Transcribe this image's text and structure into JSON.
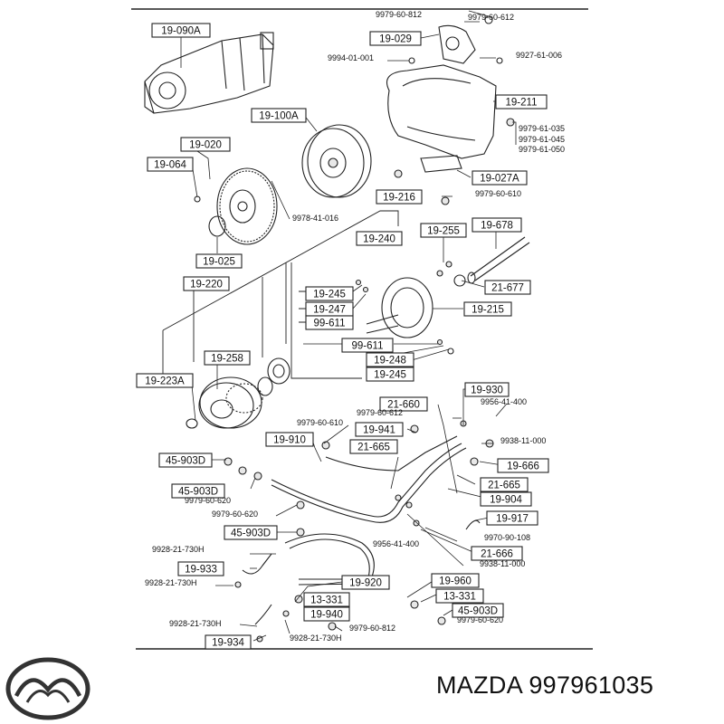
{
  "brand": {
    "name": "MAZDA",
    "part_number": "997961035"
  },
  "boxed_labels": [
    "19-090A",
    "19-029",
    "19-211",
    "19-100A",
    "19-020",
    "19-064",
    "19-027A",
    "19-216",
    "19-025",
    "19-240",
    "19-255",
    "19-678",
    "19-220",
    "21-677",
    "19-245",
    "19-247",
    "19-215",
    "99-611",
    "99-611",
    "19-258",
    "19-248",
    "19-223A",
    "19-245",
    "21-660",
    "19-930",
    "19-941",
    "19-910",
    "21-665",
    "19-666",
    "45-903D",
    "21-665",
    "45-903D",
    "19-904",
    "19-917",
    "45-903D",
    "19-933",
    "21-666",
    "19-920",
    "19-960",
    "13-331",
    "13-331",
    "19-940",
    "45-903D",
    "19-934"
  ],
  "plain_labels": [
    "9979-60-812",
    "9979-60-612",
    "9994-01-001",
    "9927-61-006",
    "9979-61-035",
    "9979-61-045",
    "9979-61-050",
    "9979-60-610",
    "9978-41-016",
    "9956-41-400",
    "9979-60-610",
    "9979-60-612",
    "9938-11-000",
    "9979-60-620",
    "9979-60-620",
    "9970-90-108",
    "9928-21-730H",
    "9956-41-400",
    "9938-11-000",
    "9928-21-730H",
    "9928-21-730H",
    "9979-60-812",
    "9979-60-620",
    "9928-21-730H"
  ]
}
